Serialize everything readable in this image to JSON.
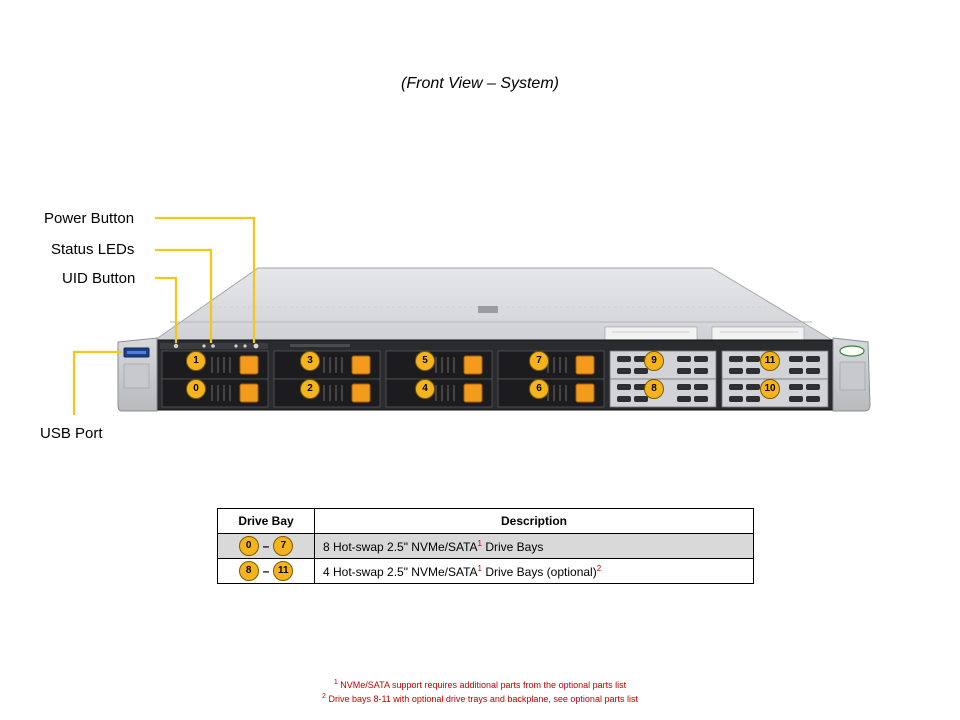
{
  "title": "(Front View – System)",
  "callouts": {
    "power_button": "Power Button",
    "status_leds": "Status LEDs",
    "uid_button": "UID Button",
    "usb_port": "USB Port"
  },
  "drive_bays": {
    "top_row": [
      "1",
      "3",
      "5",
      "7",
      "9",
      "11"
    ],
    "bottom_row": [
      "0",
      "2",
      "4",
      "6",
      "8",
      "10"
    ]
  },
  "table": {
    "headers": [
      "Drive Bay",
      "Description"
    ],
    "rows": [
      {
        "from": "0",
        "to": "7",
        "dash": "–",
        "text": "8 Hot-swap 2.5\" NVMe/SATA",
        "sup": "1",
        "text_after": " Drive Bays",
        "sup_after": ""
      },
      {
        "from": "8",
        "to": "11",
        "dash": "–",
        "text": "4 Hot-swap 2.5\" NVMe/SATA",
        "sup": "1",
        "text_after": " Drive Bays (optional)",
        "sup_after": "2"
      }
    ]
  },
  "footnotes": [
    {
      "mark": "1",
      "text": "NVMe/SATA support requires additional parts from the optional parts list"
    },
    {
      "mark": "2",
      "text": "Drive bays 8-11 with optional drive trays and backplane, see optional parts list"
    }
  ],
  "colors": {
    "callout_line": "#f5c518",
    "badge": "#f5b41c",
    "footnote": "#c00000"
  }
}
